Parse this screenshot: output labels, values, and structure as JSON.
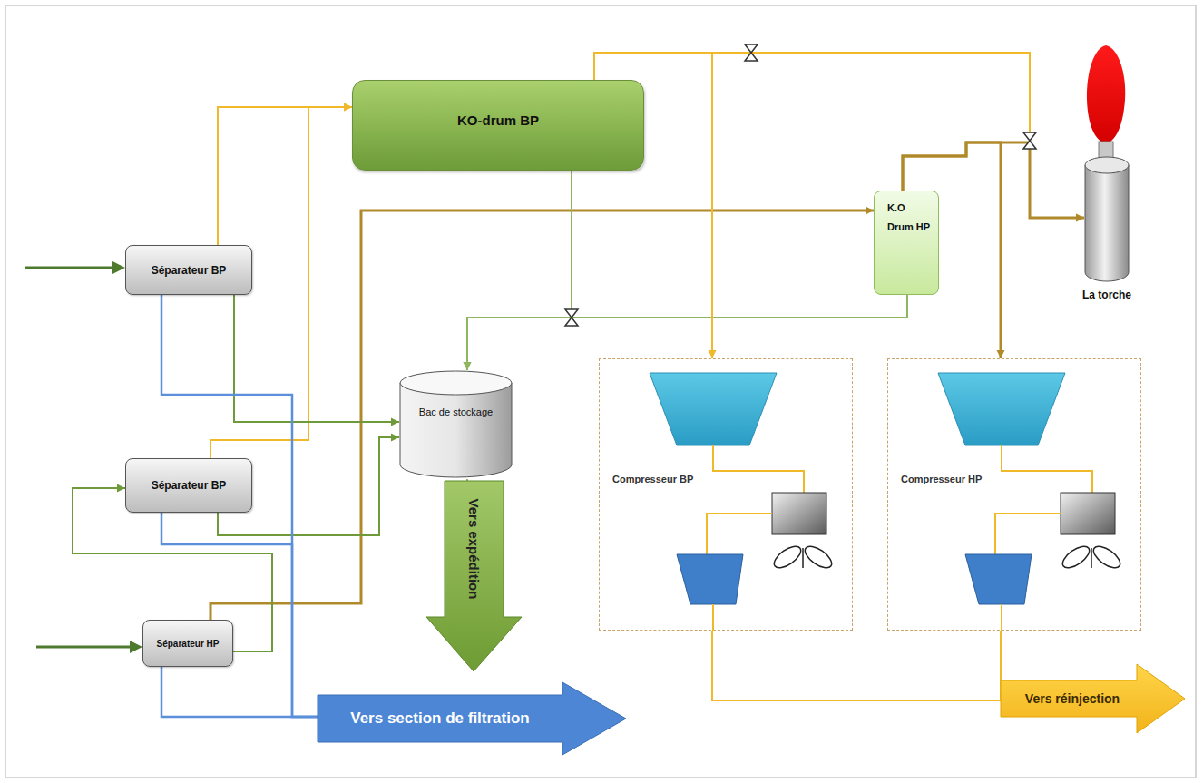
{
  "diagram": {
    "nodes": [
      {
        "text": [
          "Séparateur BP"
        ]
      },
      {
        "text": [
          "Séparateur BP"
        ]
      },
      {
        "text": [
          "Séparateur HP"
        ]
      },
      {
        "text": [
          "KO-drum BP"
        ]
      },
      {
        "text": [
          "K.O Drum HP"
        ]
      },
      {
        "text": [
          "Bac de stockage"
        ]
      },
      {
        "text": [
          "Compresseur BP"
        ]
      },
      {
        "text": [
          "Compresseur HP"
        ]
      },
      {
        "text": [
          "La torche"
        ]
      },
      {
        "text": [
          "Vers expédition"
        ]
      },
      {
        "text": [
          "Vers section de filtration"
        ]
      },
      {
        "text": [
          "Vers réinjection"
        ]
      }
    ],
    "edges": [
      {
        "from": 0,
        "to": 3,
        "arrow": "to"
      },
      {
        "from": 1,
        "to": 3,
        "arrow": "to"
      },
      {
        "from": 2,
        "to": 4,
        "arrow": "to"
      },
      {
        "from": 0,
        "to": 5,
        "arrow": "to"
      },
      {
        "from": 1,
        "to": 5,
        "arrow": "to"
      },
      {
        "from": 2,
        "to": 1,
        "arrow": "to"
      },
      {
        "from": 0,
        "to": 10,
        "arrow": "none"
      },
      {
        "from": 1,
        "to": 10,
        "arrow": "none"
      },
      {
        "from": 2,
        "to": 10,
        "arrow": "none"
      },
      {
        "from": 3,
        "to": 5,
        "arrow": "to"
      },
      {
        "from": 4,
        "to": 5,
        "arrow": "to"
      },
      {
        "from": 3,
        "to": 6,
        "arrow": "to"
      },
      {
        "from": 3,
        "to": 8,
        "arrow": "to"
      },
      {
        "from": 4,
        "to": 8,
        "arrow": "to"
      },
      {
        "from": 4,
        "to": 7,
        "arrow": "to"
      },
      {
        "from": 6,
        "to": 11,
        "arrow": "none"
      },
      {
        "from": 7,
        "to": 11,
        "arrow": "none"
      },
      {
        "from": 5,
        "to": 9,
        "arrow": "none"
      }
    ]
  }
}
